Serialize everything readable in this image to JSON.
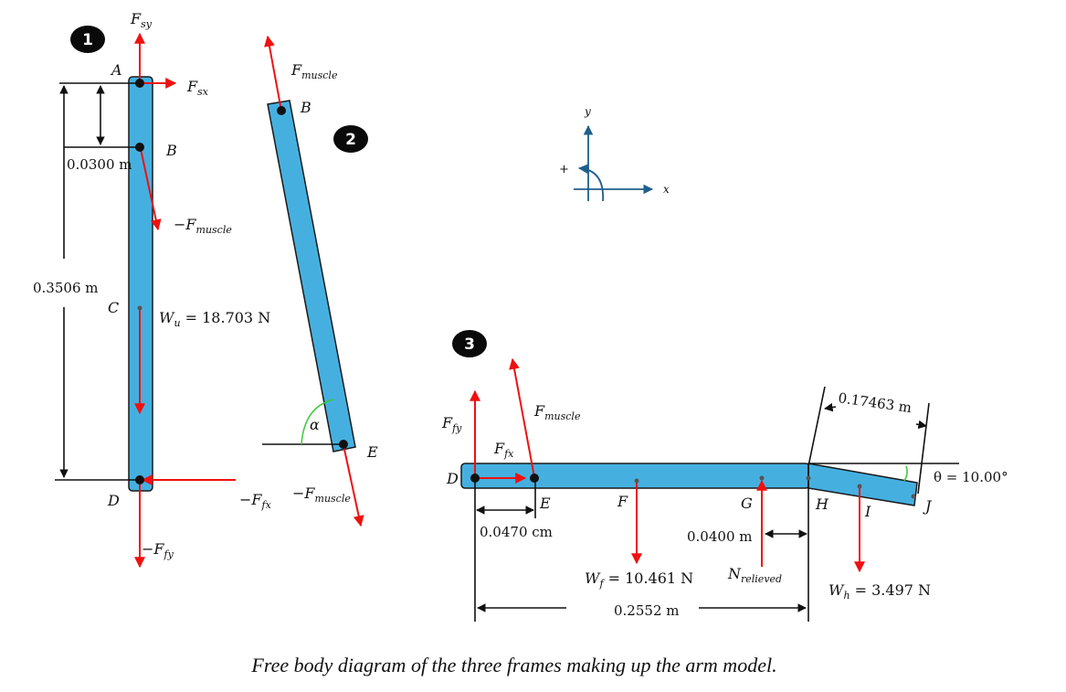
{
  "badges": [
    "1",
    "2",
    "3"
  ],
  "frame1": {
    "points": {
      "A": "A",
      "B": "B",
      "C": "C",
      "D": "D"
    },
    "Fsy": {
      "main": "F",
      "sub": "sy"
    },
    "Fsx": {
      "main": "F",
      "sub": "sx"
    },
    "neg_Fmuscle": {
      "main": "−F",
      "sub": "muscle"
    },
    "Wu": {
      "main": "W",
      "sub": "u",
      "rest": " = 18.703 N"
    },
    "neg_Ffx": {
      "main": "−F",
      "sub": "fx"
    },
    "neg_Ffy": {
      "main": "−F",
      "sub": "fy"
    },
    "dim_AB": "0.0300 m",
    "dim_AD": "0.3506 m"
  },
  "frame2": {
    "points": {
      "B": "B",
      "E": "E"
    },
    "Fmuscle": {
      "main": "F",
      "sub": "muscle"
    },
    "neg_Fmuscle": {
      "main": "−F",
      "sub": "muscle"
    },
    "angle": "α"
  },
  "axes": {
    "x": "x",
    "y": "y",
    "positive": "+"
  },
  "frame3": {
    "points": {
      "D": "D",
      "E": "E",
      "F": "F",
      "G": "G",
      "H": "H",
      "I": "I",
      "J": "J"
    },
    "Ffy": {
      "main": "F",
      "sub": "fy"
    },
    "Ffx": {
      "main": "F",
      "sub": "fx"
    },
    "Fmuscle": {
      "main": "F",
      "sub": "muscle"
    },
    "Wf": {
      "main": "W",
      "sub": "f",
      "rest": " = 10.461 N"
    },
    "Nrelieved": {
      "main": "N",
      "sub": "relieved"
    },
    "Wh": {
      "main": "W",
      "sub": "h",
      "rest": " = 3.497 N"
    },
    "dim_DE": "0.0470 cm",
    "dim_GH": "0.0400 m",
    "dim_DH": "0.2552 m",
    "dim_HJ": "0.17463 m",
    "theta": "θ = 10.00°"
  },
  "caption": "Free body diagram of the three frames making up the arm model.",
  "colors": {
    "bar": "#45b0e0",
    "force": "#f01010",
    "axis": "#1f5f8b"
  }
}
